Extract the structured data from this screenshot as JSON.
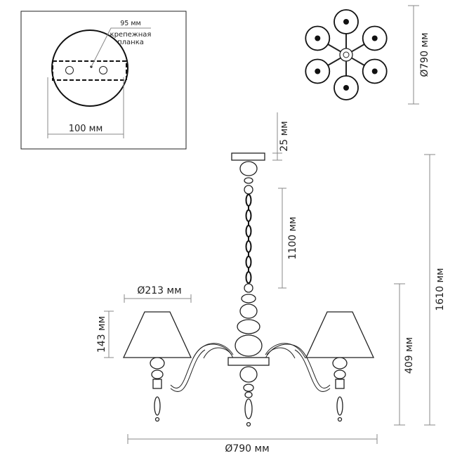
{
  "mount_detail": {
    "plate_width_label": "95 мм",
    "plate_caption_line1": "крепежная",
    "plate_caption_line2": "планка",
    "canopy_diameter_label": "100 мм"
  },
  "top_view": {
    "diameter_label": "Ø790 мм",
    "arms_count": 6
  },
  "front_view": {
    "canopy_height_label": "25 мм",
    "chain_length_label": "1100 мм",
    "total_height_label": "1610 мм",
    "body_height_label": "409 мм",
    "shade_height_label": "143 мм",
    "shade_diameter_label": "Ø213 мм",
    "overall_diameter_label": "Ø790 мм"
  }
}
